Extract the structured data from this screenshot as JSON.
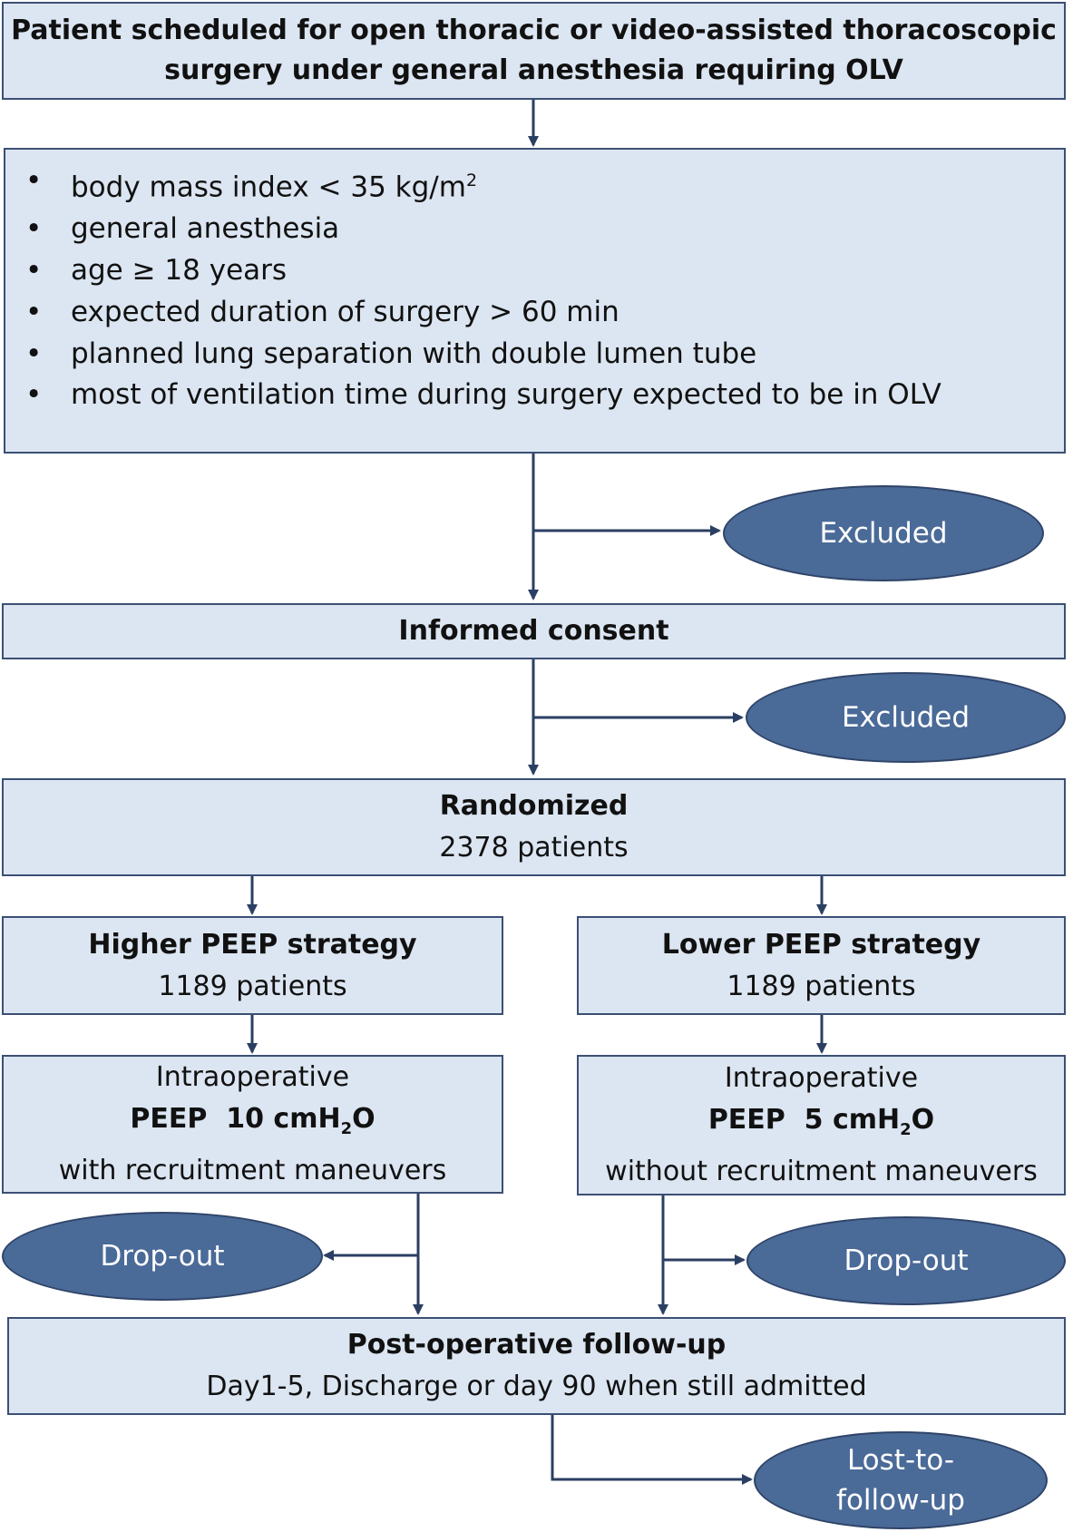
{
  "entry": {
    "line1": "Patient scheduled for open thoracic or video-assisted thoracoscopic",
    "line2": "surgery under general anesthesia requiring OLV"
  },
  "criteria": {
    "items": [
      {
        "text": "body mass index < 35 kg/m",
        "sup": "2"
      },
      {
        "text": "general anesthesia",
        "sup": ""
      },
      {
        "text": "age ≥ 18 years",
        "sup": ""
      },
      {
        "text": "expected duration of surgery > 60 min",
        "sup": ""
      },
      {
        "text": "planned lung separation with double lumen tube",
        "sup": ""
      },
      {
        "text": "most of ventilation time during surgery expected to be in OLV",
        "sup": ""
      }
    ]
  },
  "excluded_1": "Excluded",
  "consent": "Informed consent",
  "excluded_2": "Excluded",
  "randomized": {
    "title": "Randomized",
    "count": "2378 patients"
  },
  "higher": {
    "title": "Higher PEEP strategy",
    "count": "1189 patients",
    "intra_line1": "Intraoperative",
    "peep_prefix": "PEEP  10 cmH",
    "peep_sub": "2",
    "peep_suffix": "O",
    "intra_line3": "with recruitment maneuvers",
    "dropout": "Drop-out"
  },
  "lower": {
    "title": "Lower PEEP strategy",
    "count": "1189 patients",
    "intra_line1": "Intraoperative",
    "peep_prefix": "PEEP  5 cmH",
    "peep_sub": "2",
    "peep_suffix": "O",
    "intra_line3": "without recruitment maneuvers",
    "dropout": "Drop-out"
  },
  "followup": {
    "title": "Post-operative follow-up",
    "detail": "Day1-5, Discharge or day 90 when still admitted"
  },
  "lost": {
    "line1": "Lost-to-",
    "line2": "follow-up"
  },
  "colors": {
    "box_fill": "#dce6f2",
    "box_border": "#3c4f74",
    "oval_fill": "#4a6a98",
    "arrow": "#2b3f63"
  }
}
